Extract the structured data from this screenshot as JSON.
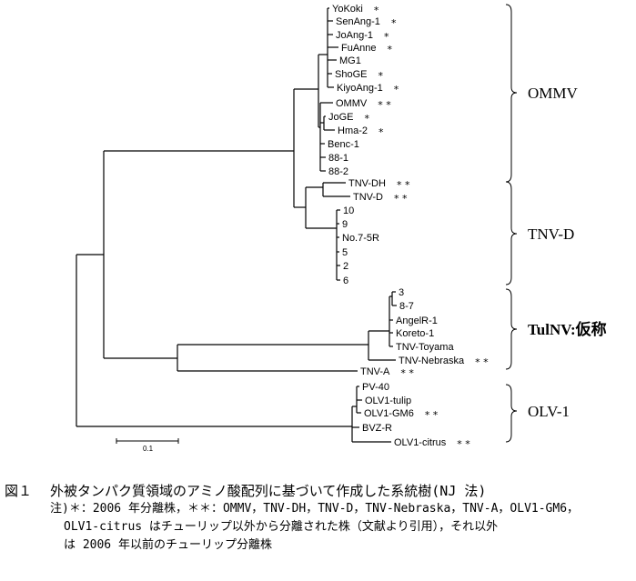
{
  "leaves": [
    {
      "label": "YoKoki",
      "mark": "*"
    },
    {
      "label": "SenAng-1",
      "mark": "*"
    },
    {
      "label": "JoAng-1",
      "mark": "*"
    },
    {
      "label": "FuAnne",
      "mark": "*"
    },
    {
      "label": "MG1",
      "mark": ""
    },
    {
      "label": "ShoGE",
      "mark": "*"
    },
    {
      "label": "KiyoAng-1",
      "mark": "*"
    },
    {
      "label": "OMMV",
      "mark": "* *"
    },
    {
      "label": "JoGE",
      "mark": "*"
    },
    {
      "label": "Hma-2",
      "mark": "*"
    },
    {
      "label": "Benc-1",
      "mark": ""
    },
    {
      "label": "88-1",
      "mark": ""
    },
    {
      "label": "88-2",
      "mark": ""
    },
    {
      "label": "TNV-DH",
      "mark": "* *"
    },
    {
      "label": "TNV-D",
      "mark": "* *"
    },
    {
      "label": "10",
      "mark": ""
    },
    {
      "label": "9",
      "mark": ""
    },
    {
      "label": "No.7-5R",
      "mark": ""
    },
    {
      "label": "5",
      "mark": ""
    },
    {
      "label": "2",
      "mark": ""
    },
    {
      "label": "6",
      "mark": ""
    },
    {
      "label": "3",
      "mark": ""
    },
    {
      "label": "8-7",
      "mark": ""
    },
    {
      "label": "AngelR-1",
      "mark": ""
    },
    {
      "label": "Koreto-1",
      "mark": ""
    },
    {
      "label": "TNV-Toyama",
      "mark": ""
    },
    {
      "label": "TNV-Nebraska",
      "mark": "* *"
    },
    {
      "label": "TNV-A",
      "mark": "* *"
    },
    {
      "label": "PV-40",
      "mark": ""
    },
    {
      "label": "OLV1-tulip",
      "mark": ""
    },
    {
      "label": "OLV1-GM6",
      "mark": "* *"
    },
    {
      "label": "BVZ-R",
      "mark": ""
    },
    {
      "label": "OLV1-citrus",
      "mark": "* *"
    }
  ],
  "clades": [
    {
      "label": "OMMV"
    },
    {
      "label": "TNV-D"
    },
    {
      "label": "TulNV:仮称"
    },
    {
      "label": "OLV-1"
    }
  ],
  "scale_bar": {
    "label": "0.1",
    "value": 0.1
  },
  "caption": {
    "figure_number": "図１",
    "title": "外被タンパク質領域のアミノ酸配列に基づいて作成した系統樹(NJ 法)",
    "note_line1": "注)＊：2006 年分離株，＊＊：OMMV，TNV-DH，TNV-D，TNV-Nebraska，TNV-A，OLV1-GM6，",
    "note_line2": "OLV1-citrus はチューリップ以外から分離された株（文献より引用），それ以外",
    "note_line3": "は 2006 年以前のチューリップ分離株"
  }
}
